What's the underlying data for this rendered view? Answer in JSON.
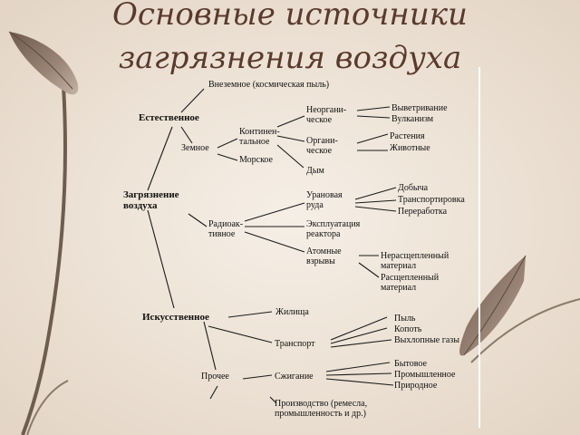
{
  "title": {
    "line1": "Основные источники",
    "line2": "загрязнения воздуха"
  },
  "colors": {
    "background": "#efe6dc",
    "title": "#5a3a2c",
    "lines": "#1a1a1a",
    "leaf": "#8a7568",
    "stem": "#6e5d4f"
  },
  "nodes": {
    "root": "Загрязнение\nвоздуха",
    "natural": "Естественное",
    "extraterrestrial": "Внеземное (космическая пыль)",
    "terrestrial": "Земное",
    "continental": "Континен-\nтальное",
    "marine": "Морское",
    "inorganic": "Неоргани-\nческое",
    "organic": "Органи-\nческое",
    "smoke": "Дым",
    "weathering": "Выветривание",
    "volcanism": "Вулканизм",
    "plants": "Растения",
    "animals": "Животные",
    "radioactive": "Радиоак-\nтивное",
    "uranium_ore": "Урановая\nруда",
    "mining": "Добыча",
    "transportation": "Транспортировка",
    "processing": "Переработка",
    "reactor_operation": "Эксплуатация\nреактора",
    "atomic_explosions": "Атомные\nвзрывы",
    "unsplit_material": "Нерасщепленный\nматериал",
    "split_material": "Расщепленный\nматериал",
    "artificial": "Искусственное",
    "dwellings": "Жилища",
    "transport": "Транспорт",
    "dust": "Пыль",
    "soot": "Копоть",
    "exhaust_gases": "Выхлопные газы",
    "other": "Прочее",
    "combustion": "Сжигание",
    "household": "Бытовое",
    "industrial": "Промышленное",
    "natural_burning": "Природное",
    "production": "Производство (ремесла,\nпромышленность и др.)"
  }
}
